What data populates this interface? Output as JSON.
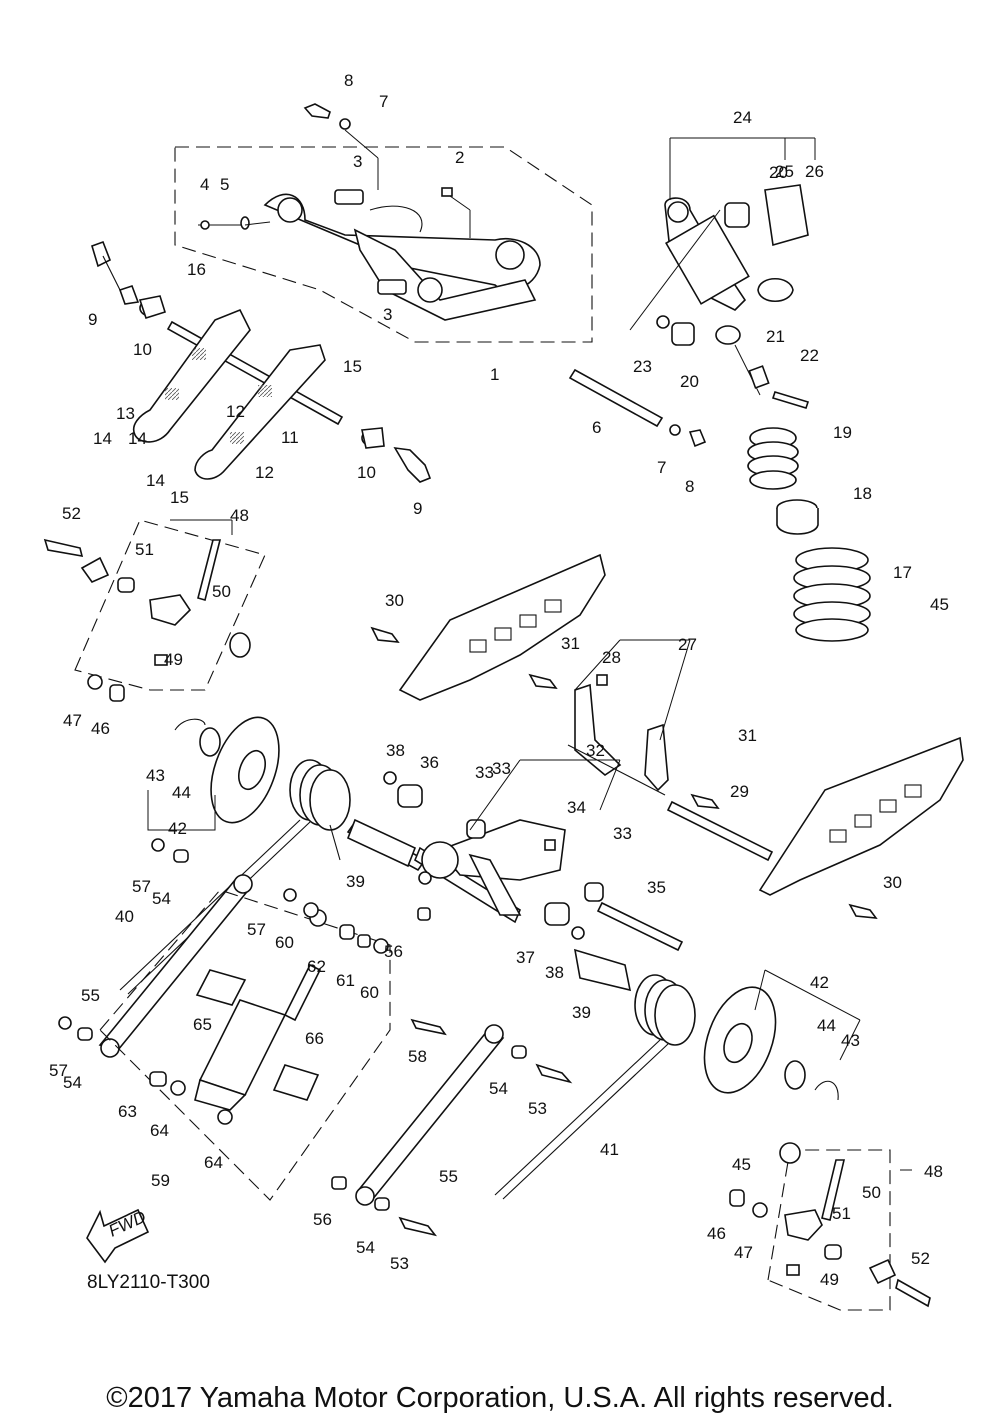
{
  "diagram_code": "8LY2110-T300",
  "copyright": "©2017 Yamaha Motor Corporation, U.S.A. All rights reserved.",
  "fwd_label": "FWD",
  "callouts": [
    "1",
    "2",
    "3",
    "3",
    "4",
    "5",
    "6",
    "7",
    "7",
    "8",
    "8",
    "9",
    "9",
    "10",
    "10",
    "11",
    "12",
    "12",
    "13",
    "14",
    "14",
    "14",
    "15",
    "15",
    "16",
    "17",
    "18",
    "19",
    "20",
    "20",
    "21",
    "22",
    "23",
    "24",
    "25",
    "26",
    "27",
    "28",
    "29",
    "30",
    "30",
    "31",
    "31",
    "32",
    "33",
    "33",
    "33",
    "34",
    "35",
    "36",
    "37",
    "38",
    "38",
    "39",
    "39",
    "40",
    "41",
    "42",
    "42",
    "43",
    "43",
    "44",
    "44",
    "45",
    "45",
    "46",
    "46",
    "47",
    "47",
    "48",
    "48",
    "49",
    "49",
    "50",
    "50",
    "51",
    "51",
    "52",
    "52",
    "53",
    "53",
    "54",
    "54",
    "54",
    "54",
    "55",
    "55",
    "56",
    "56",
    "57",
    "57",
    "57",
    "58",
    "59",
    "60",
    "60",
    "61",
    "62",
    "63",
    "64",
    "64",
    "65",
    "66"
  ]
}
